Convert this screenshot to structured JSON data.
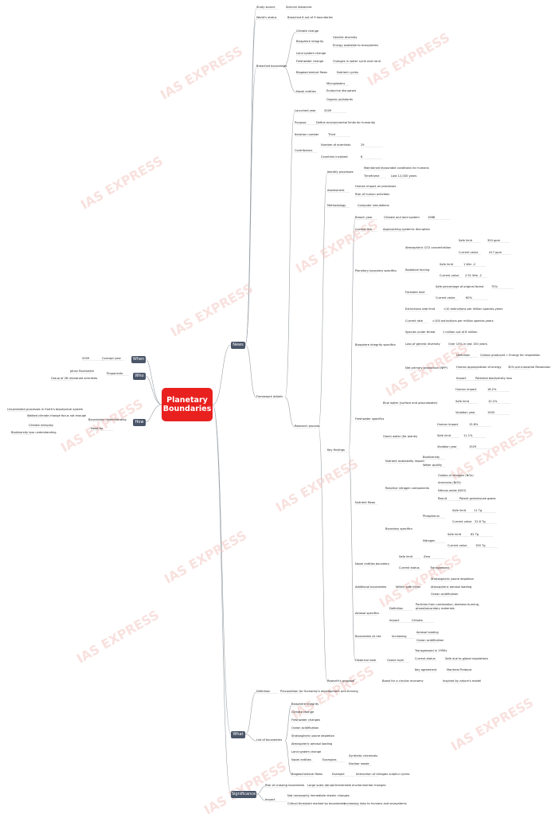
{
  "title": "Planetary Boundaries",
  "watermark": "IAS EXPRESS",
  "colors": {
    "root": "#e8211f",
    "branch": "#4a5568",
    "line": "#9aa0a6",
    "watermark": "#f4c9c4"
  },
  "branches": {
    "news": "News",
    "when": "When",
    "who": "Who",
    "how": "How",
    "what": "What",
    "significance": "Significance"
  },
  "when": {
    "label": "Concept year",
    "value": "2009"
  },
  "who": {
    "label": "Proponents",
    "name": "Johan Rockström",
    "group": "Group of 28 renowned scientists"
  },
  "how": {
    "label": "Boundaries understanding",
    "item1": "Uncontested processes in Earth's biophysical system",
    "item2": "Walked climate change focus not enough",
    "need_label": "Need for",
    "need1": "Climate interplay",
    "need2": "Biodiversity loss understanding"
  },
  "news": {
    "study_source": {
      "label": "Study source",
      "value": "Science Advances"
    },
    "worlds_status": {
      "label": "World's status",
      "value": "Breached 6 out of 9 boundaries"
    },
    "breached": {
      "label": "Breached boundaries",
      "climate": "Climate change",
      "biosphere": {
        "label": "Biosphere integrity",
        "a": "Genetic diversity",
        "b": "Energy available to ecosystems"
      },
      "land": "Land system change",
      "freshwater": {
        "label": "Freshwater change",
        "a": "Changes in water cycle over land"
      },
      "biogeo": {
        "label": "Biogeochemical flows",
        "a": "Nutrient cycles"
      },
      "novel": {
        "label": "Novel entities",
        "a": "Microplastics",
        "b": "Endocrine disruptors",
        "c": "Organic pollutants"
      }
    },
    "framework": {
      "label": "Framework details",
      "launched": {
        "label": "Launched year",
        "value": "2009"
      },
      "purpose": {
        "label": "Purpose",
        "value": "Define environmental limits for humanity"
      },
      "iteration": {
        "label": "Iteration number",
        "value": "Third"
      },
      "contributors": {
        "label": "Contributors",
        "sci_label": "Number of scientists",
        "sci_value": "29",
        "countries_label": "Countries involved",
        "countries_value": "8"
      },
      "research": {
        "label": "Research process",
        "identify": {
          "label": "Identify processes",
          "a": "Maintained favourable conditions for humans",
          "b": "Timeframe",
          "c": "Last 12,000 years"
        },
        "assessment": {
          "label": "Assessment",
          "a": "Human impact on processes",
          "b": "Risk of human activities"
        },
        "methodology": {
          "label": "Methodology",
          "value": "Computer simulations"
        },
        "key": {
          "label": "Key findings",
          "breach": {
            "label": "Breach year",
            "value": "Climate and land system",
            "year": "1988"
          },
          "risk": {
            "label": "Current risk",
            "value": "Approaching systemic disruption"
          },
          "pbs": {
            "label": "Planetary boundary specifics",
            "co2": {
              "label": "Atmospheric CO2 concentration",
              "safe_l": "Safe limit",
              "safe_v": "350 ppm",
              "cur_l": "Current value",
              "cur_v": "417 ppm"
            },
            "rad": {
              "label": "Radiative forcing",
              "safe_l": "Safe limit",
              "safe_v": "1 Wm -2",
              "cur_l": "Current value",
              "cur_v": "2.91 Wm -2"
            },
            "forest": {
              "label": "Forested land",
              "safe_l": "Safe percentage of original forest",
              "safe_v": "75%",
              "cur_l": "Current value",
              "cur_v": "60%"
            }
          },
          "bio": {
            "label": "Biosphere integrity specifics",
            "ext": {
              "label": "Extinctions rate limit",
              "value": "<10 extinctions per million species-years"
            },
            "cur": {
              "label": "Current rate",
              "value": ">100 extinctions per million species-years"
            },
            "threat": {
              "label": "Species under threat",
              "value": "1 million out of 8 million"
            },
            "loss": {
              "label": "Loss of genetic diversity",
              "value": "Over 10% in last 150 years"
            },
            "npp": {
              "label": "Net primary production (NPP)",
              "def_l": "Definition",
              "def_v": "Carbon produced = Energy for respiration",
              "hum_l": "Human appropriation of energy",
              "hum_v": "30% pre-Industrial Revolution",
              "imp_l": "Impact",
              "imp_v": "Potential biodiversity loss"
            }
          },
          "fresh": {
            "label": "Freshwater specifics",
            "blue": {
              "label": "Blue water (surface and groundwater)",
              "hi_l": "Human impact",
              "hi_v": "18.2%",
              "safe_l": "Safe limit",
              "safe_v": "10.2%",
              "yr_l": "Violation year",
              "yr_v": "1905"
            },
            "green": {
              "label": "Green water (for plants)",
              "hi_l": "Human impact",
              "hi_v": "15.8%",
              "safe_l": "Safe limit",
              "safe_v": "11.1%",
              "yr_l": "Violation year",
              "yr_v": "1929"
            }
          },
          "nutrient": {
            "label": "Nutrient flows",
            "avail": {
              "label": "Nutrient availability impact",
              "a": "Biodiversity",
              "b": "Water quality"
            },
            "reactive": {
              "label": "Reactive nitrogen components",
              "a": "Oxides of nitrogen (NOx)",
              "b": "Ammonia (NH3)",
              "c": "Nitrous oxide (N2O)",
              "d_l": "Result",
              "d_v": "Potent greenhouse gases"
            },
            "bsp": {
              "label": "Boundary specifics",
              "p": {
                "label": "Phosphorus",
                "safe_l": "Safe limit",
                "safe_v": "11 Tg",
                "cur_l": "Current value",
                "cur_v": "22.6 Tg"
              },
              "n": {
                "label": "Nitrogen",
                "safe_l": "Safe limit",
                "safe_v": "62 Tg",
                "cur_l": "Current value",
                "cur_v": "190 Tg"
              }
            }
          },
          "novel": {
            "label": "Novel entities boundary",
            "safe_l": "Safe limit",
            "safe_v": "Zero",
            "cur_l": "Current status",
            "cur_v": "Transgressed"
          },
          "additional": {
            "label": "Additional boundaries",
            "within": "Within safe limits",
            "a": "Stratospheric ozone depletion",
            "b": "Atmospheric aerosol loading",
            "c": "Ocean acidification"
          },
          "aerosol": {
            "label": "Aerosol specifics",
            "def_l": "Definition",
            "def_v1": "Particles from combustion, biomass burning,",
            "def_v2": "phase/secondary materials",
            "imp_l": "Impact",
            "imp_v": "Climate"
          },
          "risk_ahead": {
            "label": "Boundaries at risk",
            "inc": "Increasing",
            "a": "Aerosol loading",
            "b": "Ocean acidification"
          },
          "ozone": {
            "label": "Historical note",
            "zone": "Ozone layer",
            "a": "Transgressed in 1990s",
            "b_l": "Current status",
            "b_v": "Safe due to global regulations",
            "c_l": "Key agreement",
            "c_v": "Montreal Protocol"
          }
        }
      },
      "raworth": {
        "label": "Raworth's proposal",
        "value": "Boost for a circular economy",
        "note": "Inspired by nature's model"
      }
    }
  },
  "what": {
    "def_l": "Definition",
    "def_v": "Precondition for Humanity's development and thriving",
    "list_label": "List of boundaries",
    "items": [
      "Biosphere integrity",
      "Climate change",
      "Freshwater changes",
      "Ocean acidification",
      "Stratospheric ozone depletion",
      "Atmospheric aerosol loading",
      "Land system change"
    ],
    "novel_l": "Novel entities",
    "examples": "Examples",
    "ex1": "Synthetic chemicals",
    "ex2": "Nuclear waste",
    "biogeo_l": "Biogeochemical flows",
    "example": "Example",
    "biogeo_v": "Interaction of nitrogen-sulphur cycles"
  },
  "significance": {
    "risk_l": "Risk of crossing boundaries",
    "risk_v": "Large scale abrupt/irreversible environmental changes",
    "impact": "Impact",
    "a": "Not necessarily immediate drastic changes",
    "b_l": "Critical threshold marked by boundaries",
    "b_v": "Increasing risks to humans and ecosystems"
  }
}
